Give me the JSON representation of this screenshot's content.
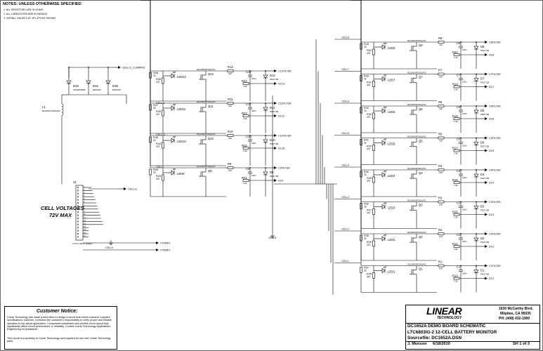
{
  "notes": {
    "heading": "NOTES:  UNLESS OTHERWISE SPECIFIED",
    "items": [
      "1. ALL RESISTORS ARE IN OHMS",
      "2. ALL CAPACITORS ARE IN FARADS",
      "3. INSTALL SHUNTS AT JP1-JP9 AS SHOWN"
    ]
  },
  "input_labels": {
    "cell_voltages": "CELL VOLTAGES",
    "max_voltage": "72V MAX",
    "connector_ref": "J1",
    "connector_type": "2.5mm Molex Header",
    "vtemp2": "VTEMP2",
    "vtemp1": "VTEMP1",
    "cell0": "CELL0",
    "cell12_clamped": "CELL12_CLAMPED",
    "cell12": "CELL12",
    "cell11": "CELL11",
    "cell10": "CELL10",
    "cell9": "CELL9",
    "cell8": "CELL8",
    "cell7": "CELL7",
    "cell6": "CELL6",
    "cell5": "CELL5",
    "cell4": "CELL4",
    "cell3": "CELL3",
    "cell2": "CELL2",
    "cell1": "CELL1"
  },
  "protection": {
    "d32": "D32",
    "d32_part": "CMHZ5256B",
    "d31": "D31",
    "d31_part": "BAT46W",
    "d30": "D30",
    "d30_part": "BAT46W",
    "l1": "L1",
    "l1_part": "BLM31PG330SN1L"
  },
  "channels_left": [
    {
      "r_top": "R12",
      "rv": "100",
      "c": "C12",
      "cv": "100n",
      "d": "D12",
      "dp": "PDZ7.5B",
      "cf": "C12FILTER",
      "dc": "DC12",
      "rb": "R24",
      "rbv": "3.3k",
      "rl": "R48",
      "rlv": "33",
      "rm": "R36",
      "rmv": "470",
      "led": "LED12",
      "q": "Q12",
      "qp": "RQJ0303PGDQATL"
    },
    {
      "r_top": "R11",
      "rv": "100",
      "c": "C11",
      "cv": "100n",
      "d": "D11",
      "dp": "PDZ7.5B",
      "cf": "C11FILTER",
      "dc": "DC11",
      "rb": "R23",
      "rbv": "3.3k",
      "rl": "R47",
      "rlv": "33",
      "rm": "R35",
      "rmv": "470",
      "led": "LED11",
      "q": "Q11",
      "qp": "RQJ0303PGDQATL"
    },
    {
      "r_top": "R10",
      "rv": "100",
      "c": "C10",
      "cv": "100n",
      "d": "D10",
      "dp": "PDZ7.5B",
      "cf": "C10FILTER",
      "dc": "DC10",
      "rb": "R22",
      "rbv": "3.3k",
      "rl": "R46",
      "rlv": "33",
      "rm": "R34",
      "rmv": "470",
      "led": "LED10",
      "q": "Q10",
      "qp": "RQJ0303PGDQATL"
    },
    {
      "r_top": "R9",
      "rv": "100",
      "c": "C9",
      "cv": "100n",
      "d": "D9",
      "dp": "PDZ7.5B",
      "cf": "C9FILTER",
      "dc": "DC9",
      "rb": "R21",
      "rbv": "3.3k",
      "rl": "R45",
      "rlv": "33",
      "rm": "R33",
      "rmv": "470",
      "led": "LED9",
      "q": "Q9",
      "qp": "RQJ0303PGDQATL"
    }
  ],
  "channels_right": [
    {
      "r_top": "R8",
      "rv": "100",
      "c": "C8",
      "cv": "100n",
      "d": "D8",
      "dp": "PDZ7.5B",
      "cf": "C8FILTER",
      "dc": "DC8",
      "rb": "R20",
      "rbv": "3.3k",
      "rl": "R44",
      "rlv": "33",
      "rm": "R32",
      "rmv": "470",
      "led": "LED8",
      "q": "Q8",
      "qp": "RQJ0303PGDQATL"
    },
    {
      "r_top": "R7",
      "rv": "100",
      "c": "C7",
      "cv": "100n",
      "d": "D7",
      "dp": "PDZ7.5B",
      "cf": "C7FILTER",
      "dc": "DC7",
      "rb": "R19",
      "rbv": "3.3k",
      "rl": "R43",
      "rlv": "33",
      "rm": "R31",
      "rmv": "470",
      "led": "LED7",
      "q": "Q7",
      "qp": "RQJ0303PGDQATL"
    },
    {
      "r_top": "R6",
      "rv": "100",
      "c": "C6",
      "cv": "100n",
      "d": "D6",
      "dp": "PDZ7.5B",
      "cf": "C6FILTER",
      "dc": "DC6",
      "rb": "R18",
      "rbv": "3.3k",
      "rl": "R42",
      "rlv": "33",
      "rm": "R30",
      "rmv": "470",
      "led": "LED6",
      "q": "Q6",
      "qp": "RQJ0303PGDQATL"
    },
    {
      "r_top": "R5",
      "rv": "100",
      "c": "C5",
      "cv": "100n",
      "d": "D5",
      "dp": "PDZ7.5B",
      "cf": "C5FILTER",
      "dc": "DC5",
      "rb": "R17",
      "rbv": "3.3k",
      "rl": "R41",
      "rlv": "33",
      "rm": "R29",
      "rmv": "470",
      "led": "LED5",
      "q": "Q5",
      "qp": "RQJ0303PGDQATL"
    },
    {
      "r_top": "R4",
      "rv": "100",
      "c": "C4",
      "cv": "100n",
      "d": "D4",
      "dp": "PDZ7.5B",
      "cf": "C4FILTER",
      "dc": "DC4",
      "rb": "R16",
      "rbv": "3.3k",
      "rl": "R40",
      "rlv": "33",
      "rm": "R28",
      "rmv": "470",
      "led": "LED4",
      "q": "Q4",
      "qp": "RQJ0303PGDQATL"
    },
    {
      "r_top": "R3",
      "rv": "100",
      "c": "C3",
      "cv": "100n",
      "d": "D3",
      "dp": "PDZ7.5B",
      "cf": "C3FILTER",
      "dc": "DC3",
      "rb": "R15",
      "rbv": "3.3k",
      "rl": "R39",
      "rlv": "33",
      "rm": "R27",
      "rmv": "470",
      "led": "LED3",
      "q": "Q3",
      "qp": "RQJ0303PGDQATL"
    },
    {
      "r_top": "R2",
      "rv": "100",
      "c": "C2",
      "cv": "100n",
      "d": "D2",
      "dp": "PDZ7.5B",
      "cf": "C2FILTER",
      "dc": "DC2",
      "rb": "R14",
      "rbv": "3.3k",
      "rl": "R38",
      "rlv": "33",
      "rm": "R26",
      "rmv": "470",
      "led": "LED2",
      "q": "Q2",
      "qp": "RQJ0303PGDQATL"
    },
    {
      "r_top": "R1",
      "rv": "100",
      "c": "C1",
      "cv": "100n",
      "d": "D1",
      "dp": "PDZ7.5B",
      "cf": "C1FILTER",
      "dc": "DC1",
      "rb": "R13",
      "rbv": "3.3k",
      "rl": "R37",
      "rlv": "33",
      "rm": "R25",
      "rmv": "470",
      "led": "LED1",
      "q": "Q1",
      "qp": "RQJ0303PGDQATL"
    }
  ],
  "notice": {
    "heading": "Customer Notice:",
    "body": "Linear Technology has made a best effort to design a circuit that meets customer-supplied specifications; however, it remains the customer's responsibility to verify proper and reliable operation in the actual application. Component substitution and printed circuit layout may significantly affect circuit performance or reliability. Contact Linear Technology Applications Engineering for assistance.",
    "body2": "This circuit is proprietary to Linear Technology and supplied for use with Linear Technology parts."
  },
  "title_block": {
    "logo": "LINEAR",
    "logo_sub": "TECHNOLOGY",
    "address1": "1630 McCarthy Blvd.",
    "address2": "Milpitas, CA 95035",
    "phone": "PH: (408) 432-1900",
    "title": "DC1652A DEMO BOARD SCHEMATIC",
    "subtitle": "LTC6803IG-2  12-CELL BATTERY MONITOR",
    "source": "Sourcefile: DC1652A.DSN",
    "author": "J. Munson",
    "date": "6/18/2010",
    "sheet": "SH  1  of  3"
  }
}
